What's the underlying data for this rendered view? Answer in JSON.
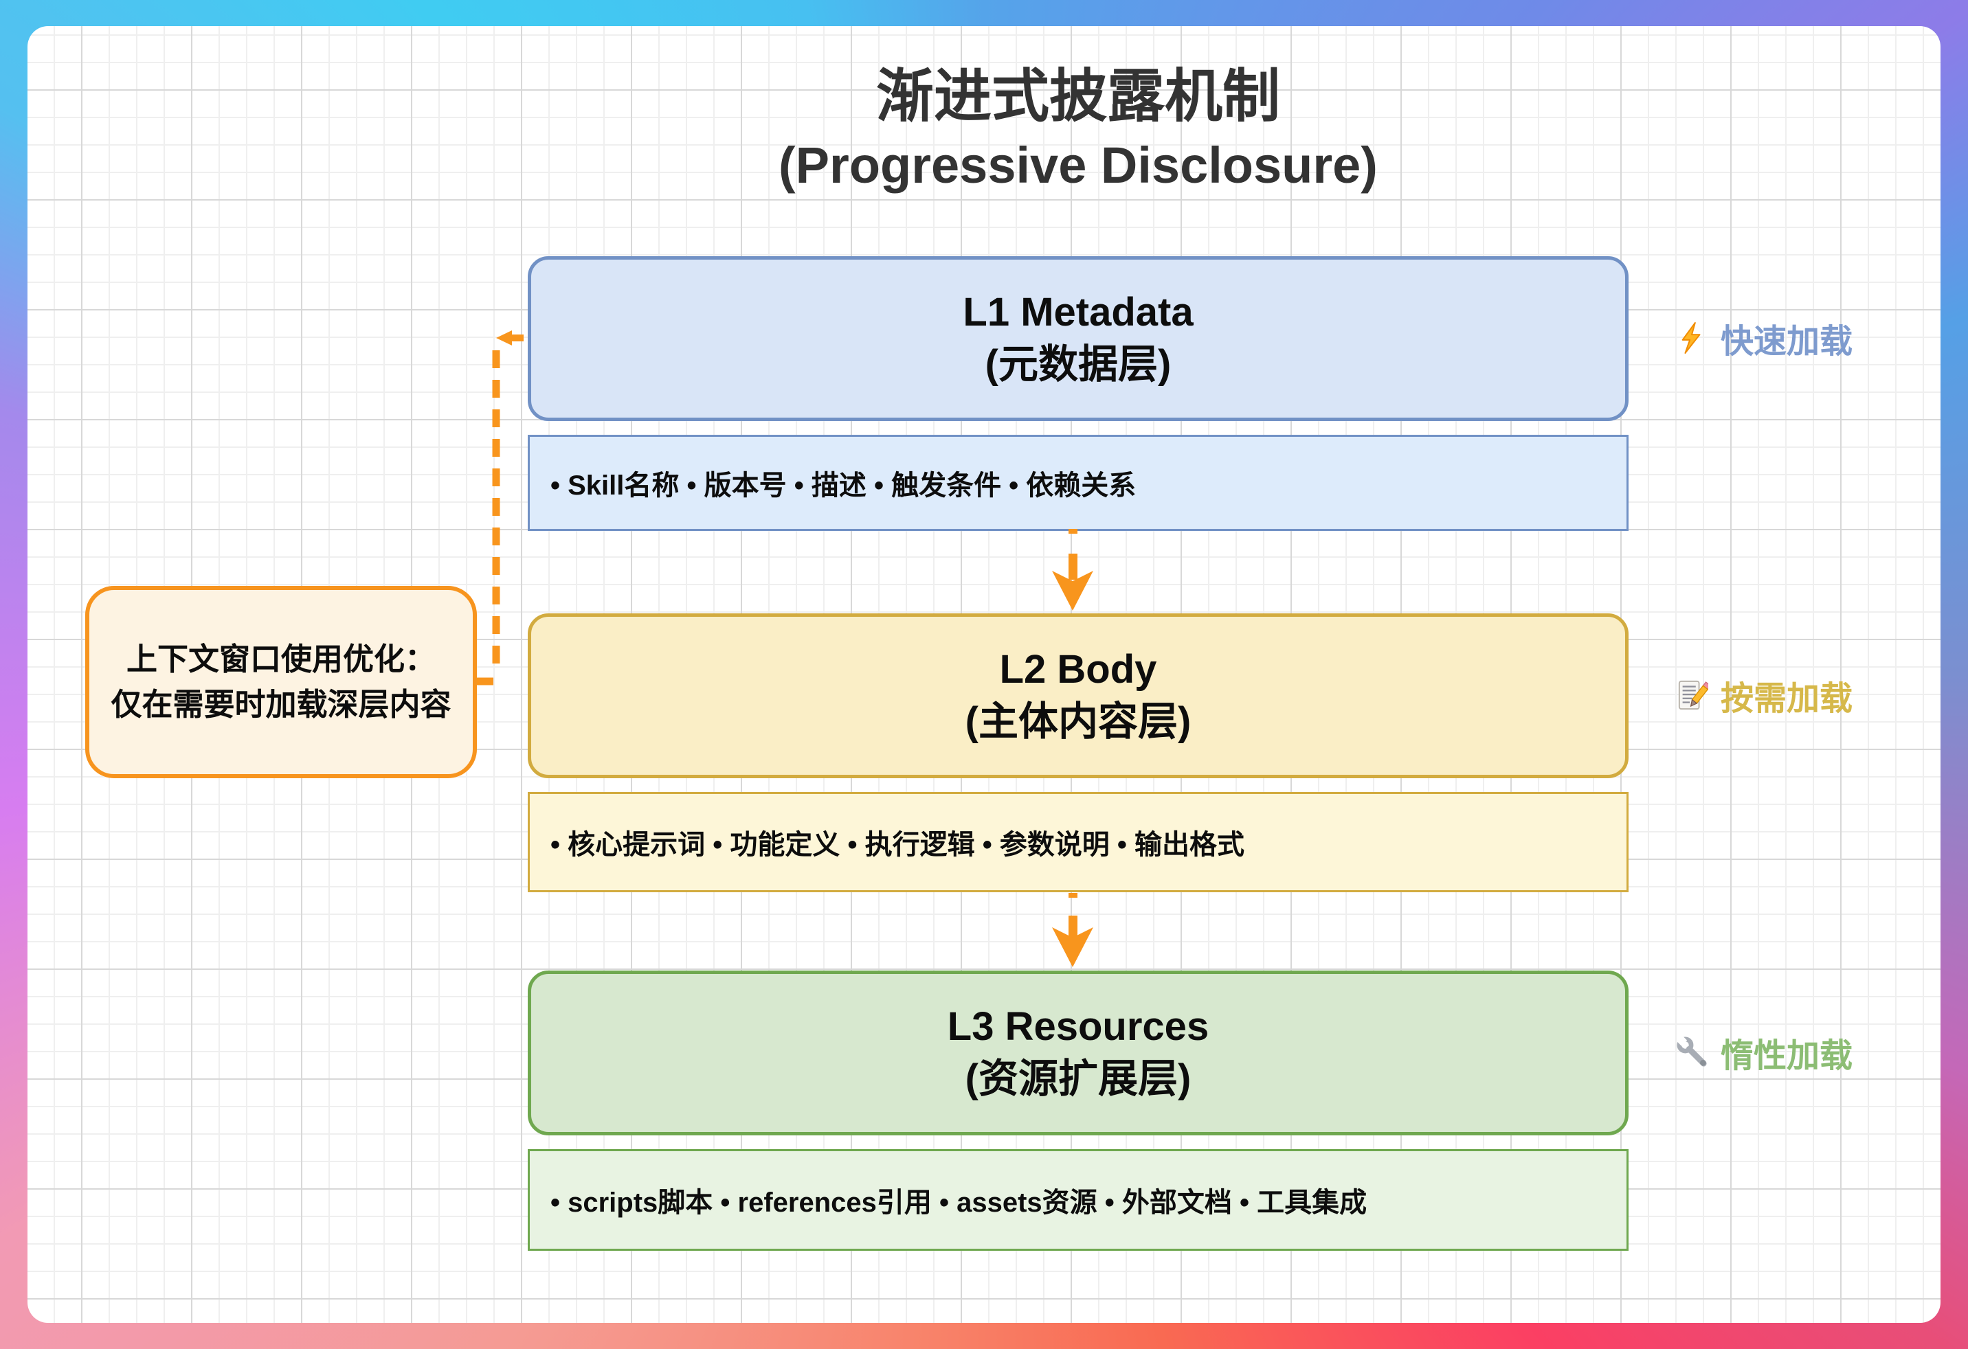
{
  "title": {
    "line1": "渐进式披露机制",
    "line2": "(Progressive Disclosure)"
  },
  "layers": [
    {
      "name": "L1 Metadata",
      "subtitle": "(元数据层)",
      "detail": "• Skill名称 • 版本号 • 描述 • 触发条件 • 依赖关系",
      "side_label": "快速加载",
      "side_icon": "lightning-icon"
    },
    {
      "name": "L2 Body",
      "subtitle": "(主体内容层)",
      "detail": "• 核心提示词 • 功能定义 • 执行逻辑 • 参数说明 • 输出格式",
      "side_label": "按需加载",
      "side_icon": "memo-icon"
    },
    {
      "name": "L3 Resources",
      "subtitle": "(资源扩展层)",
      "detail": "• scripts脚本 • references引用 • assets资源 • 外部文档 • 工具集成",
      "side_label": "惰性加载",
      "side_icon": "wrench-icon"
    }
  ],
  "note": {
    "line1": "上下文窗口使用优化：",
    "line2": "仅在需要时加载深层内容"
  },
  "colors": {
    "canvas_bg": "#ffffff",
    "grid_fine": "#efefef",
    "grid_major": "#d8d8d8",
    "title_text": "#333333",
    "arrow_orange": "#f8951d",
    "l1_fill": "#d9e5f7",
    "l1_border": "#7191c5",
    "l1_detail_fill": "#ddebfb",
    "l1_label": "#7e9bce",
    "l2_fill": "#faeec6",
    "l2_border": "#d2ab3f",
    "l2_detail_fill": "#fdf6d8",
    "l2_label": "#d6b84a",
    "l3_fill": "#d7e8cf",
    "l3_border": "#6fa84f",
    "l3_detail_fill": "#e8f3e2",
    "l3_label": "#8cbd74",
    "note_fill": "#fdf3e2",
    "note_border": "#f7941e"
  }
}
